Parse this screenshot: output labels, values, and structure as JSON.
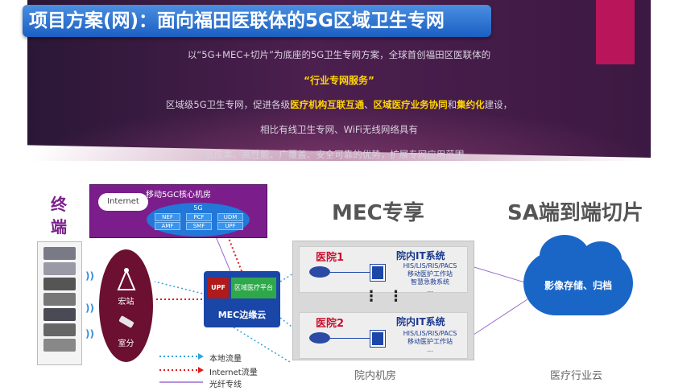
{
  "title": "项目方案(网)：面向福田医联体的5G区域卫生专网",
  "colors": {
    "title_bg": "#1b5fc3",
    "banner_bg": "#3c1942",
    "highlight": "#ffd700",
    "accent": "#b9155b",
    "core_bg": "#7b1e8c",
    "mec_bg": "#1a46a8",
    "cloud_bg": "#1a66c7"
  },
  "banner": {
    "line1": "以“5G+MEC+切片”为底座的5G卫生专网方案，全球首创福田区医联体的",
    "line2": "“行业专网服务”",
    "line3": {
      "p1": "区域级5G卫生专网，促进各级",
      "h1": "医疗机构互联互通",
      "p2": "、",
      "h2": "区域医疗业务协同",
      "p3": "和",
      "h3": "集约化",
      "p4": "建设，"
    },
    "line4": "相比有线卫生专网、WiFi无线网络具有",
    "line5": "低成本、高性能、广覆盖、安全可靠的优势，扩展专网应用范围。"
  },
  "core": {
    "title": "移动5GC核心机房",
    "internet": "Internet",
    "fiveg": "5G",
    "nf": [
      "NEF",
      "PCF",
      "UDM",
      "AMF",
      "SMF",
      "UPF"
    ]
  },
  "terminal": {
    "label": "终端"
  },
  "tower": {
    "macro": "宏站",
    "indoor": "室分"
  },
  "mec": {
    "upf": "UPF",
    "platform": "区域医疗平台",
    "label": "MEC边缘云"
  },
  "headings": {
    "mec": "MEC专享",
    "sa": "SA端到端切片"
  },
  "hospitals": [
    {
      "name": "医院1",
      "it": "院内IT系统",
      "systems": [
        "HIS/LIS/RIS/PACS",
        "移动医护工作站",
        "智慧急救系统",
        "..."
      ]
    },
    {
      "name": "医院2",
      "it": "院内IT系统",
      "systems": [
        "HIS/LIS/RIS/PACS",
        "移动医护工作站",
        "..."
      ]
    }
  ],
  "room_label": "院内机房",
  "cloud": {
    "text": "影像存储、归档",
    "label": "医疗行业云"
  },
  "legend": [
    {
      "label": "本地流量",
      "color": "#33a3dc",
      "style": "dotted"
    },
    {
      "label": "Internet流量",
      "color": "#e21b1b",
      "style": "dotted"
    },
    {
      "label": "光纤专线",
      "color": "#9a6fd0",
      "style": "solid"
    }
  ]
}
